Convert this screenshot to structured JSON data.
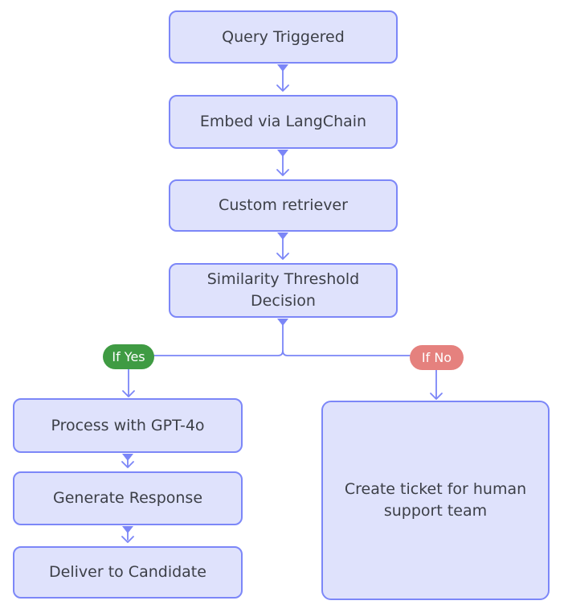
{
  "nodes": {
    "query_triggered": {
      "label": "Query Triggered"
    },
    "embed_langchain": {
      "label": "Embed via LangChain"
    },
    "custom_retriever": {
      "label": "Custom retriever"
    },
    "similarity_decision": {
      "label": "Similarity Threshold Decision"
    },
    "process_gpt4o": {
      "label": "Process with GPT-4o"
    },
    "generate_response": {
      "label": "Generate Response"
    },
    "deliver_candidate": {
      "label": "Deliver to Candidate"
    },
    "create_ticket": {
      "label": "Create ticket for human support team"
    }
  },
  "branches": {
    "yes": {
      "label": "If Yes",
      "color": "#3f9b43"
    },
    "no": {
      "label": "If No",
      "color": "#e5817e"
    }
  },
  "edges": [
    {
      "from": "Query Triggered",
      "to": "Embed via LangChain"
    },
    {
      "from": "Embed via LangChain",
      "to": "Custom retriever"
    },
    {
      "from": "Custom retriever",
      "to": "Similarity Threshold Decision"
    },
    {
      "from": "Similarity Threshold Decision",
      "to": "Process with GPT-4o",
      "label": "If Yes"
    },
    {
      "from": "Similarity Threshold Decision",
      "to": "Create ticket for human support team",
      "label": "If No"
    },
    {
      "from": "Process with GPT-4o",
      "to": "Generate Response"
    },
    {
      "from": "Generate Response",
      "to": "Deliver to Candidate"
    }
  ],
  "colors": {
    "background": "#ffffff",
    "node_fill": "#dfe2fc",
    "node_border": "#7c87f8",
    "connector": "#7b86f7",
    "text": "#3c3f47",
    "pill_text": "#ffffff"
  }
}
